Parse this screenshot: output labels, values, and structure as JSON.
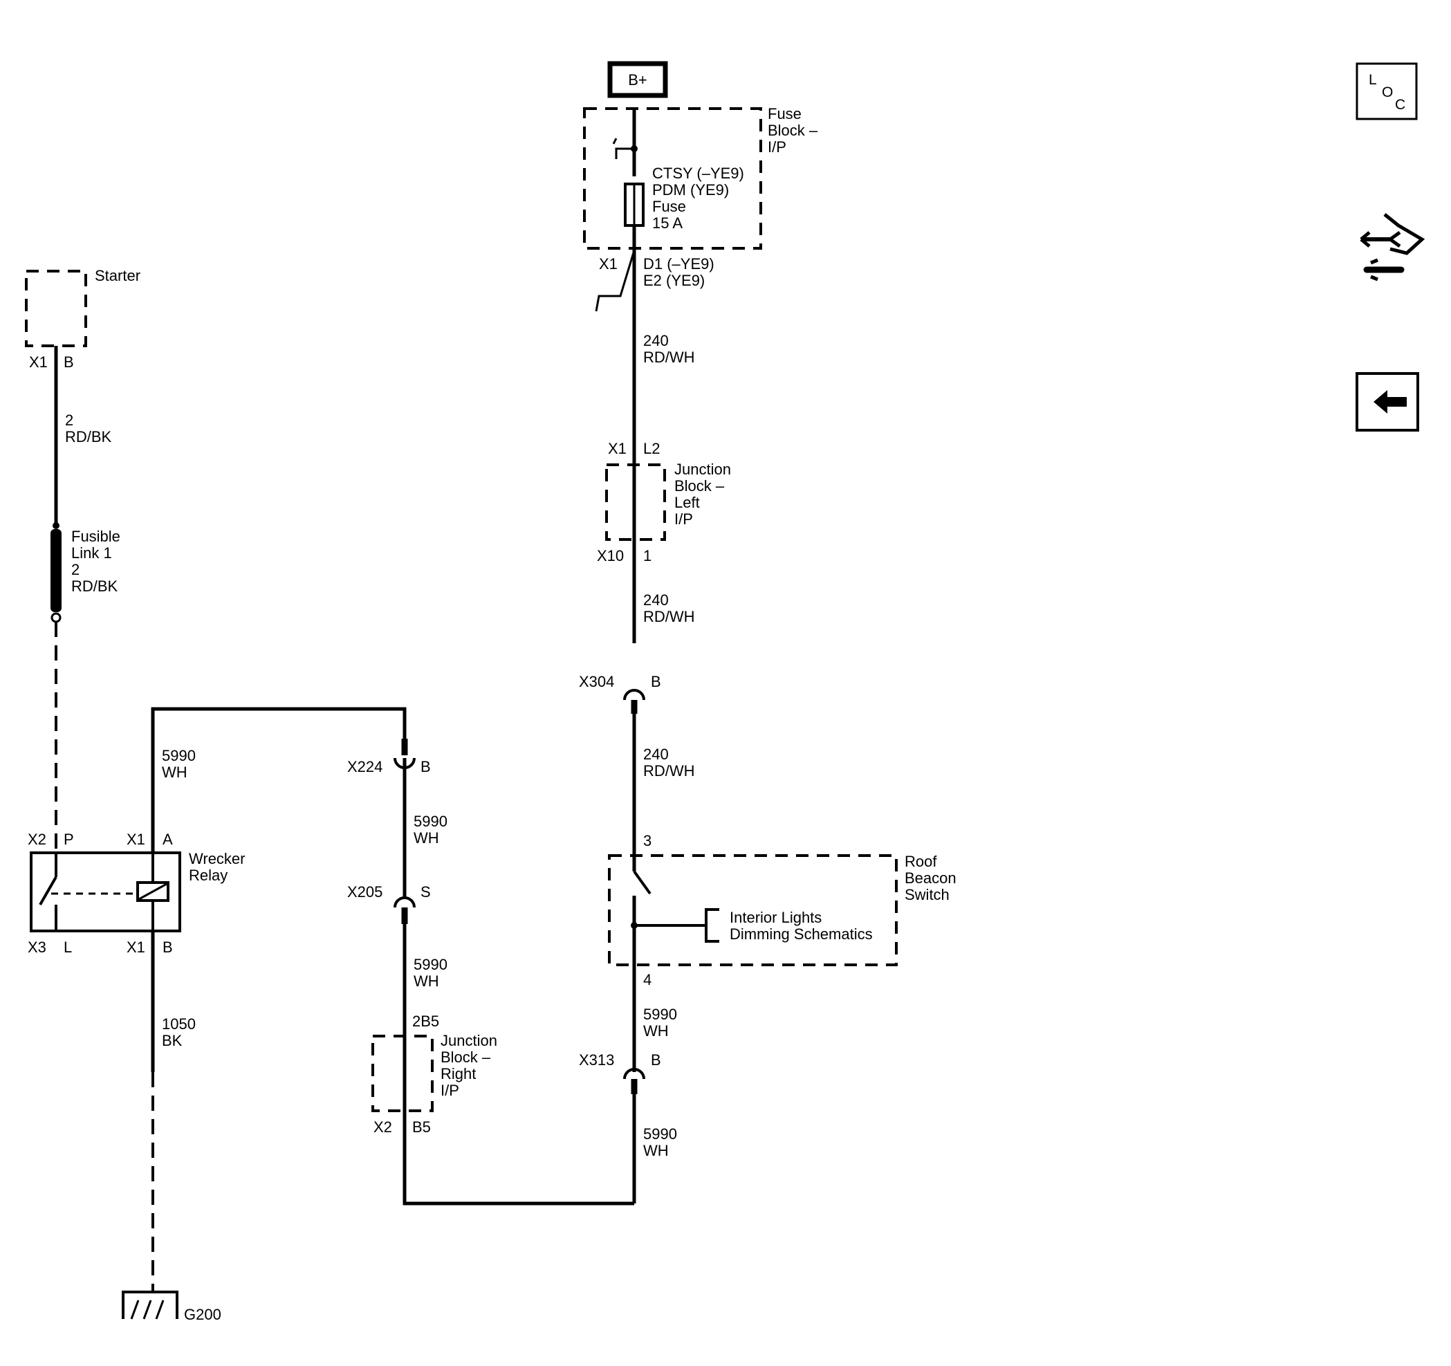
{
  "power": {
    "label": "B+"
  },
  "fuse_block": {
    "name": [
      "Fuse",
      "Block –",
      "I/P"
    ],
    "fuse": [
      "CTSY (–YE9)",
      "PDM (YE9)",
      "Fuse",
      "15 A"
    ],
    "conn": "X1",
    "pins": [
      "D1 (–YE9)",
      "E2 (YE9)"
    ]
  },
  "wire_240_a": [
    "240",
    "RD/WH"
  ],
  "junction_left": {
    "top_conn": "X1",
    "top_pin": "L2",
    "name": [
      "Junction",
      "Block –",
      "Left",
      "I/P"
    ],
    "bottom_conn": "X10",
    "bottom_pin": "1"
  },
  "wire_240_b": [
    "240",
    "RD/WH"
  ],
  "x304": {
    "conn": "X304",
    "pin": "B"
  },
  "wire_240_c": [
    "240",
    "RD/WH"
  ],
  "roof_switch": {
    "pin_top": "3",
    "name": [
      "Roof",
      "Beacon",
      "Switch"
    ],
    "ref": [
      "Interior Lights",
      "Dimming Schematics"
    ],
    "pin_bottom": "4"
  },
  "wire_5990_switch": [
    "5990",
    "WH"
  ],
  "x313": {
    "conn": "X313",
    "pin": "B"
  },
  "wire_5990_bottom": [
    "5990",
    "WH"
  ],
  "starter": {
    "name": "Starter",
    "conn": "X1",
    "pin": "B"
  },
  "wire_2": [
    "2",
    "RD/BK"
  ],
  "fusible_link": [
    "Fusible",
    "Link 1",
    "2",
    "RD/BK"
  ],
  "wire_5990_relay": [
    "5990",
    "WH"
  ],
  "wrecker_relay": {
    "name": [
      "Wrecker",
      "Relay"
    ],
    "x2": "X2",
    "p": "P",
    "x1a": "X1",
    "a": "A",
    "x3": "X3",
    "l": "L",
    "x1b": "X1",
    "b": "B"
  },
  "wire_1050": [
    "1050",
    "BK"
  ],
  "ground": "G200",
  "x224": {
    "conn": "X224",
    "pin": "B"
  },
  "wire_5990_mid": [
    "5990",
    "WH"
  ],
  "x205": {
    "conn": "X205",
    "pin": "S"
  },
  "wire_5990_mid2": [
    "5990",
    "WH"
  ],
  "junction_right": {
    "top_pin": "2B5",
    "name": [
      "Junction",
      "Block –",
      "Right",
      "I/P"
    ],
    "bottom_conn": "X2",
    "bottom_pin": "B5"
  },
  "nav": {
    "loc_letters": [
      "L",
      "O",
      "C"
    ],
    "icons": [
      "locator-icon",
      "connector-tool-icon",
      "back-arrow-icon"
    ]
  }
}
